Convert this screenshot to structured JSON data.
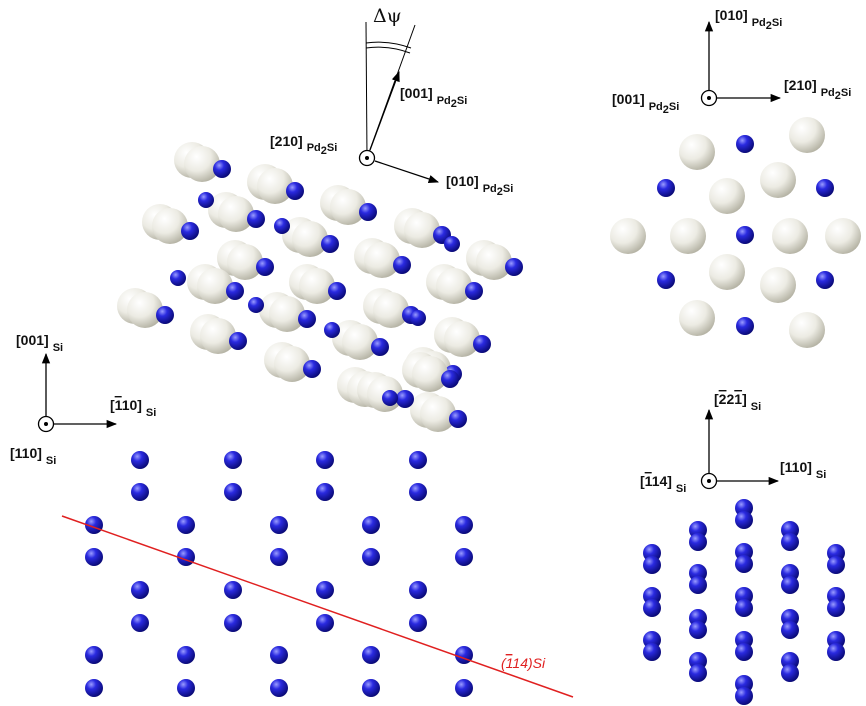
{
  "colors": {
    "si_atom": "#1a1ad6",
    "pd_atom": "#ecebe3",
    "plane_line": "#e02020",
    "axis": "#000000"
  },
  "delta_psi": "Δψ",
  "pd2si_side": {
    "v210": {
      "main": "[210]",
      "sub": "Pd",
      "sub2": "2",
      "sub3": "Si"
    },
    "v001": {
      "main": "[001]",
      "sub": "Pd",
      "sub2": "2",
      "sub3": "Si"
    },
    "v010": {
      "main": "[010]",
      "sub": "Pd",
      "sub2": "2",
      "sub3": "Si"
    }
  },
  "pd2si_top": {
    "v010": {
      "main": "[010]",
      "sub": "Pd",
      "sub2": "2",
      "sub3": "Si"
    },
    "v001": {
      "main": "[001]",
      "sub": "Pd",
      "sub2": "2",
      "sub3": "Si"
    },
    "v210": {
      "main": "[210]",
      "sub": "Pd",
      "sub2": "2",
      "sub3": "Si"
    }
  },
  "si_side": {
    "v001": {
      "main": "[001]",
      "sub": "Si"
    },
    "v110bar": {
      "main": "[",
      "bar": "1",
      "rest": "10]",
      "sub": "Si"
    },
    "v110": {
      "main": "[110]",
      "sub": "Si"
    }
  },
  "si_right": {
    "v221": {
      "open": "[",
      "b1": "2",
      "b2": "2",
      "b3": "1",
      "close": "]",
      "sub": "Si"
    },
    "v114": {
      "open": "[",
      "b1": "1",
      "rest": "14]",
      "sub": "Si"
    },
    "v110": {
      "main": "[110]",
      "sub": "Si"
    }
  },
  "plane_label": {
    "open": "(",
    "bar": "1",
    "rest": "14)Si"
  }
}
